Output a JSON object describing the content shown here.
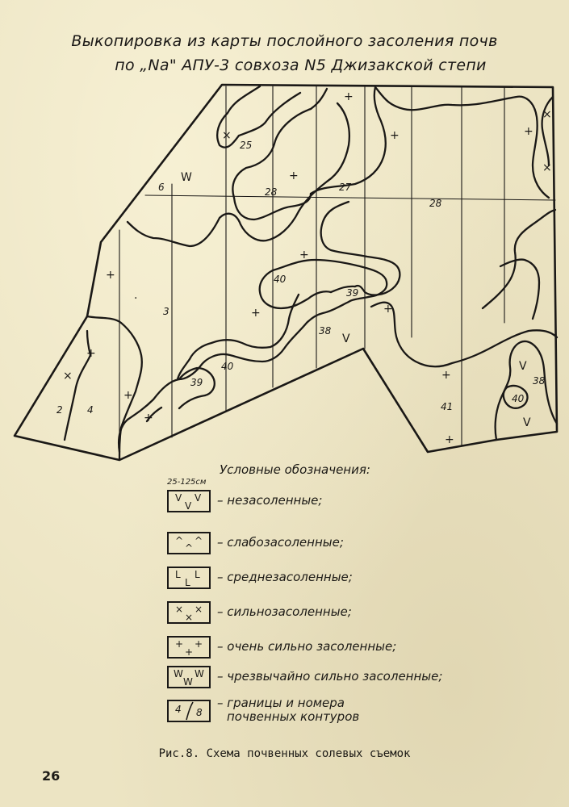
{
  "title": {
    "line1": "Выкопировка из карты послойного засоления почв",
    "line2": "по „Na\" АПУ-3 совхоза N5 Джизакской степи"
  },
  "map": {
    "contour_numbers": [
      "25",
      "6",
      "28",
      "27",
      "28",
      "40",
      "39",
      "3",
      "38",
      "40",
      "39",
      "2",
      "4",
      "41",
      "38",
      "40"
    ],
    "symbols": {
      "very_strong": "+",
      "strong": "×",
      "non_saline": "V",
      "extreme": "W",
      "point": "·"
    }
  },
  "legend": {
    "title": "Условные обозначения:",
    "depth_label": "25-125см",
    "items": [
      {
        "key": "non-saline",
        "symbols": [
          "V",
          "V",
          "V"
        ],
        "label": "– незасоленные;"
      },
      {
        "key": "slightly-saline",
        "symbols": [
          "^",
          "^",
          "^"
        ],
        "label": "– слабозасоленные;"
      },
      {
        "key": "medium-saline",
        "symbols": [
          "L",
          "L",
          "L"
        ],
        "label": "– среднезасоленные;"
      },
      {
        "key": "strongly-saline",
        "symbols": [
          "×",
          "×",
          "×"
        ],
        "label": "– сильнозасоленные;"
      },
      {
        "key": "very-strongly-saline",
        "symbols": [
          "+",
          "+",
          "+"
        ],
        "label": "– очень сильно засоленные;"
      },
      {
        "key": "extremely-saline",
        "symbols": [
          "W",
          "W",
          "W"
        ],
        "label": "– чрезвычайно сильно засоленные;"
      },
      {
        "key": "boundaries",
        "symbols": [
          "4",
          "8"
        ],
        "label": "– границы и номера",
        "label2": "почвенных контуров"
      }
    ]
  },
  "caption": "Рис.8. Схема почвенных солевых съемок",
  "page_number": "26"
}
